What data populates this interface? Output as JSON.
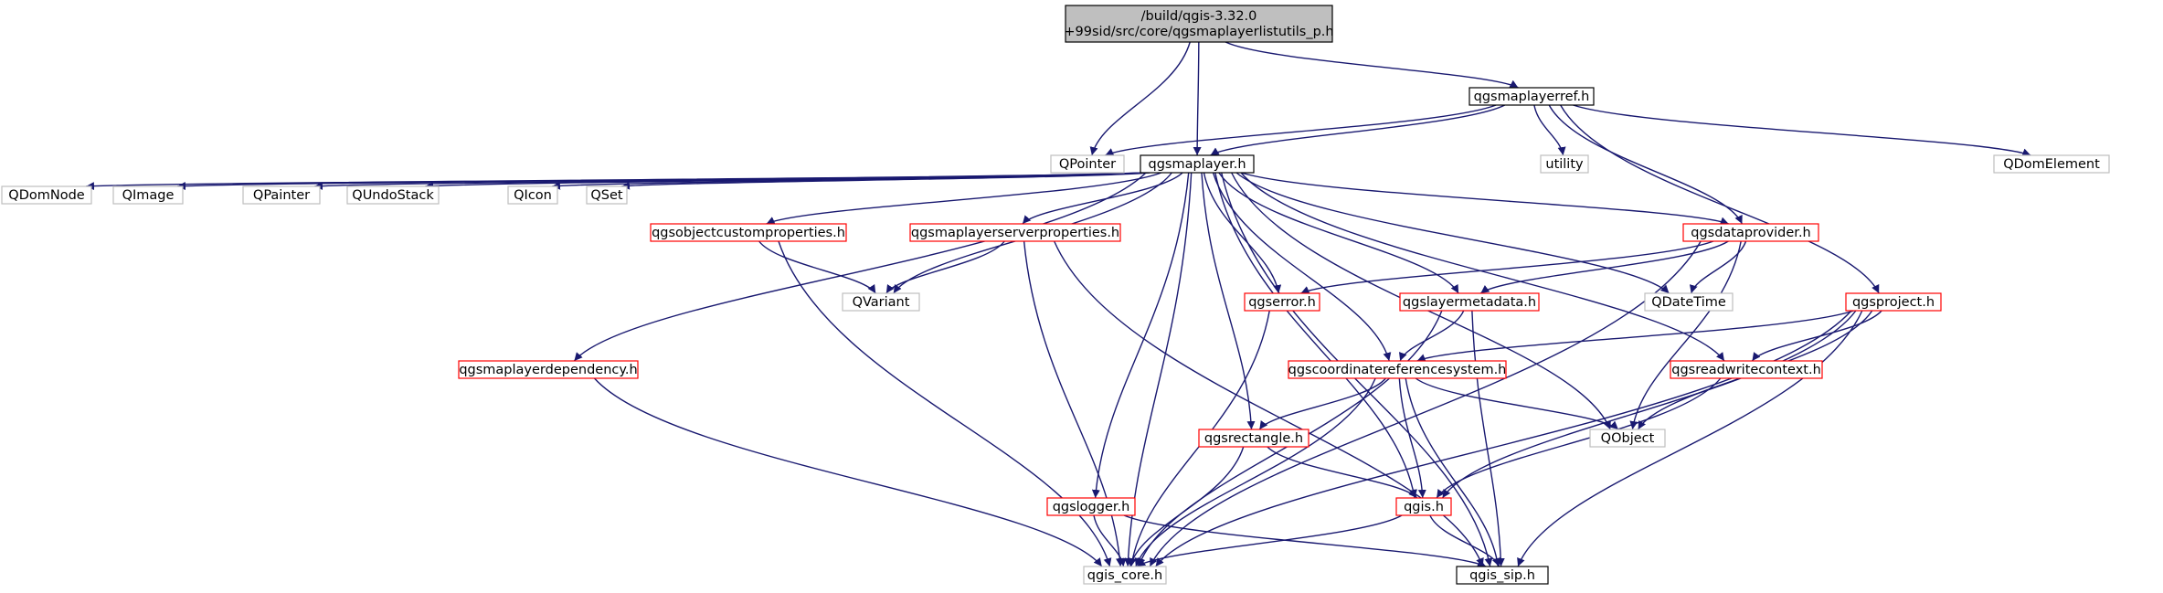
{
  "colors": {
    "edge": "#191970",
    "root_fill": "#bfbfbf",
    "root_border": "#000000",
    "header_border": "#000000",
    "red_border": "#ff0000",
    "gray_border": "#bfbfbf",
    "node_fill": "#ffffff"
  },
  "nodes": [
    {
      "id": "root",
      "kind": "root",
      "label": "/build/qgis-3.32.0\n+99sid/src/core/qgsmaplayerlistutils_p.h"
    },
    {
      "id": "maplayerref",
      "kind": "header",
      "label": "qgsmaplayerref.h"
    },
    {
      "id": "qpointer",
      "kind": "external",
      "label": "QPointer"
    },
    {
      "id": "maplayer",
      "kind": "header",
      "label": "qgsmaplayer.h"
    },
    {
      "id": "utility",
      "kind": "external",
      "label": "utility"
    },
    {
      "id": "qdomelement",
      "kind": "external",
      "label": "QDomElement"
    },
    {
      "id": "qdomnode",
      "kind": "external",
      "label": "QDomNode"
    },
    {
      "id": "qimage",
      "kind": "external",
      "label": "QImage"
    },
    {
      "id": "qpainter",
      "kind": "external",
      "label": "QPainter"
    },
    {
      "id": "qundostack",
      "kind": "external",
      "label": "QUndoStack"
    },
    {
      "id": "qicon",
      "kind": "external",
      "label": "QIcon"
    },
    {
      "id": "qset",
      "kind": "external",
      "label": "QSet"
    },
    {
      "id": "objcustprops",
      "kind": "truncated",
      "label": "qgsobjectcustomproperties.h"
    },
    {
      "id": "serverprops",
      "kind": "truncated",
      "label": "qgsmaplayerserverproperties.h"
    },
    {
      "id": "dataprovider",
      "kind": "truncated",
      "label": "qgsdataprovider.h"
    },
    {
      "id": "qvariant",
      "kind": "external",
      "label": "QVariant"
    },
    {
      "id": "qgserror",
      "kind": "truncated",
      "label": "qgserror.h"
    },
    {
      "id": "layermetadata",
      "kind": "truncated",
      "label": "qgslayermetadata.h"
    },
    {
      "id": "qdatetime",
      "kind": "external",
      "label": "QDateTime"
    },
    {
      "id": "qgsproject",
      "kind": "truncated",
      "label": "qgsproject.h"
    },
    {
      "id": "dependency",
      "kind": "truncated",
      "label": "qgsmaplayerdependency.h"
    },
    {
      "id": "crs",
      "kind": "truncated",
      "label": "qgscoordinatereferencesystem.h"
    },
    {
      "id": "readwrite",
      "kind": "truncated",
      "label": "qgsreadwritecontext.h"
    },
    {
      "id": "rectangle",
      "kind": "truncated",
      "label": "qgsrectangle.h"
    },
    {
      "id": "qobject",
      "kind": "external",
      "label": "QObject"
    },
    {
      "id": "qgslogger",
      "kind": "truncated",
      "label": "qgslogger.h"
    },
    {
      "id": "qgis",
      "kind": "truncated",
      "label": "qgis.h"
    },
    {
      "id": "qgiscore",
      "kind": "external",
      "label": "qgis_core.h"
    },
    {
      "id": "qgissip",
      "kind": "header",
      "label": "qgis_sip.h"
    }
  ],
  "edges": [
    [
      "root",
      "qpointer"
    ],
    [
      "root",
      "maplayer"
    ],
    [
      "root",
      "maplayerref"
    ],
    [
      "maplayerref",
      "qpointer"
    ],
    [
      "maplayerref",
      "maplayer"
    ],
    [
      "maplayerref",
      "utility"
    ],
    [
      "maplayerref",
      "qdomelement"
    ],
    [
      "maplayerref",
      "dataprovider"
    ],
    [
      "maplayerref",
      "qgsproject"
    ],
    [
      "maplayer",
      "qdomnode"
    ],
    [
      "maplayer",
      "qimage"
    ],
    [
      "maplayer",
      "qpainter"
    ],
    [
      "maplayer",
      "qundostack"
    ],
    [
      "maplayer",
      "qicon"
    ],
    [
      "maplayer",
      "qset"
    ],
    [
      "maplayer",
      "objcustprops"
    ],
    [
      "maplayer",
      "serverprops"
    ],
    [
      "maplayer",
      "qvariant"
    ],
    [
      "maplayer",
      "dependency"
    ],
    [
      "maplayer",
      "qgiscore"
    ],
    [
      "maplayer",
      "qgslogger"
    ],
    [
      "maplayer",
      "qgserror"
    ],
    [
      "maplayer",
      "rectangle"
    ],
    [
      "maplayer",
      "crs"
    ],
    [
      "maplayer",
      "qgis"
    ],
    [
      "maplayer",
      "layermetadata"
    ],
    [
      "maplayer",
      "qobject"
    ],
    [
      "maplayer",
      "dataprovider"
    ],
    [
      "maplayer",
      "qdatetime"
    ],
    [
      "maplayer",
      "readwrite"
    ],
    [
      "maplayer",
      "qgissip"
    ],
    [
      "objcustprops",
      "qvariant"
    ],
    [
      "objcustprops",
      "qgiscore"
    ],
    [
      "serverprops",
      "qvariant"
    ],
    [
      "serverprops",
      "qgiscore"
    ],
    [
      "serverprops",
      "qgissip"
    ],
    [
      "dependency",
      "qgiscore"
    ],
    [
      "dataprovider",
      "qgserror"
    ],
    [
      "dataprovider",
      "layermetadata"
    ],
    [
      "dataprovider",
      "qdatetime"
    ],
    [
      "dataprovider",
      "qobject"
    ],
    [
      "dataprovider",
      "qgiscore"
    ],
    [
      "qgserror",
      "qgiscore"
    ],
    [
      "layermetadata",
      "crs"
    ],
    [
      "layermetadata",
      "qgiscore"
    ],
    [
      "layermetadata",
      "qgissip"
    ],
    [
      "qgsproject",
      "crs"
    ],
    [
      "qgsproject",
      "readwrite"
    ],
    [
      "qgsproject",
      "qobject"
    ],
    [
      "qgsproject",
      "qgis"
    ],
    [
      "qgsproject",
      "qgiscore"
    ],
    [
      "qgsproject",
      "qgissip"
    ],
    [
      "crs",
      "rectangle"
    ],
    [
      "crs",
      "qobject"
    ],
    [
      "crs",
      "qgis"
    ],
    [
      "crs",
      "qgiscore"
    ],
    [
      "crs",
      "qgissip"
    ],
    [
      "readwrite",
      "qgis"
    ],
    [
      "rectangle",
      "qgis"
    ],
    [
      "rectangle",
      "qgiscore"
    ],
    [
      "qgslogger",
      "qgiscore"
    ],
    [
      "qgslogger",
      "qgissip"
    ],
    [
      "qgis",
      "qgiscore"
    ],
    [
      "qgis",
      "qgissip"
    ]
  ]
}
